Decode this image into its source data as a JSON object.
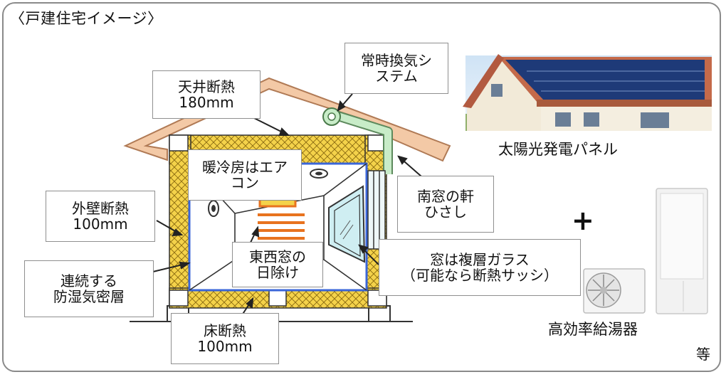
{
  "title": "〈戸建住宅イメージ〉",
  "labels": {
    "ceiling_insulation": [
      "天井断熱",
      "180mm"
    ],
    "ventilation": [
      "常時換気シ",
      "ステム"
    ],
    "aircon": [
      "暖冷房はエア",
      "コン"
    ],
    "eaves": [
      "南窓の軒",
      "ひさし"
    ],
    "wall_insulation": [
      "外壁断熱",
      "100mm"
    ],
    "vapor_barrier": [
      "連続する",
      "防湿気密層"
    ],
    "sunshade": [
      "東西窓の",
      "日除け"
    ],
    "window_glass": [
      "窓は複層ガラス",
      "（可能なら断熱サッシ）"
    ],
    "floor_insulation": [
      "床断熱",
      "100mm"
    ]
  },
  "solar_caption": "太陽光発電パネル",
  "plus": "+",
  "heater_caption": "高効率給湯器",
  "etc": "等",
  "colors": {
    "roof": "#f3c9a6",
    "roof_stroke": "#b07a55",
    "insulation": "#f4d24a",
    "barrier": "#3a66d8",
    "vent": "#c8ecc8",
    "shade": "#e8731f",
    "glass": "#cfeef2"
  }
}
